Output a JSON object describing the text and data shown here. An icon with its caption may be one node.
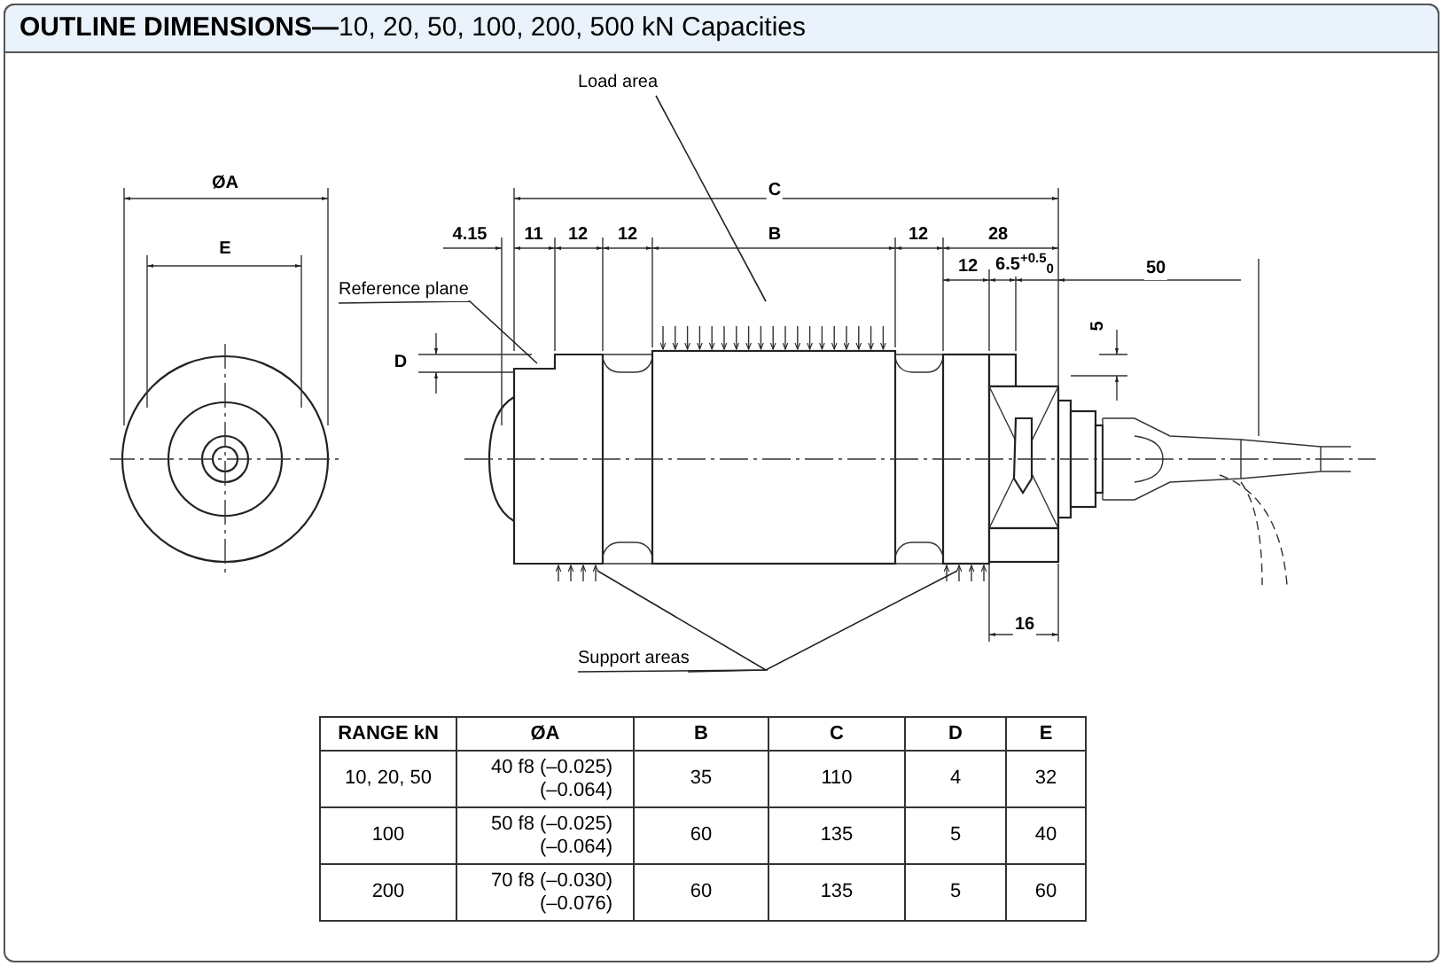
{
  "diagram": {
    "title": "**OUTLINE DIMENSIONS—**10, 20, 50, 100, 200, 500 kN Capacities",
    "nodes": [
      {
        "text": [
          "Load area"
        ]
      },
      {
        "text": [
          "Reference plane"
        ]
      },
      {
        "text": [
          "Support areas"
        ]
      }
    ],
    "edges": [
      {
        "from": 0,
        "to": null,
        "arrow": "none"
      },
      {
        "from": 1,
        "to": null,
        "arrow": "none"
      },
      {
        "from": 2,
        "to": null,
        "arrow": "none"
      },
      {
        "from": 2,
        "to": null,
        "arrow": "none"
      }
    ],
    "labels": [
      "ØA",
      "E",
      "C",
      "4.15",
      "11",
      "12",
      "12",
      "B",
      "12",
      "28",
      "12",
      "6.5$^{+0.5}$$_{0}$",
      "50",
      "D",
      "5",
      "16",
      "RANGE kN",
      "ØA",
      "B",
      "C",
      "D",
      "E",
      "10, 20, 50",
      "40 f8 (–0.025) (–0.064)",
      "35",
      "110",
      "4",
      "32",
      "100",
      "50 f8 (–0.025) (–0.064)",
      "60",
      "135",
      "5",
      "40",
      "200",
      "70 f8 (–0.030) (–0.076)",
      "60",
      "135",
      "5",
      "60"
    ]
  }
}
